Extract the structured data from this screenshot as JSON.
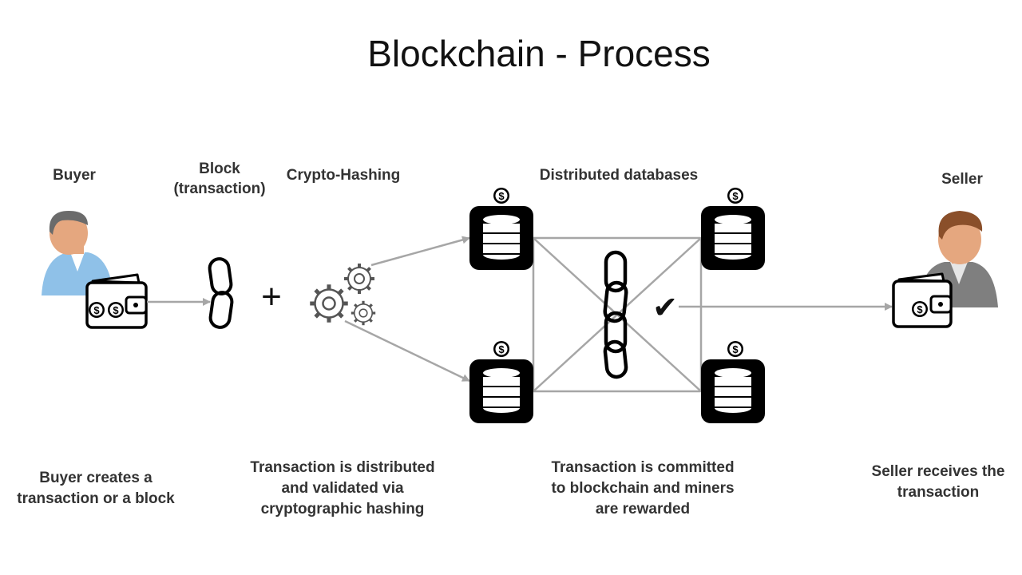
{
  "title": "Blockchain - Process",
  "labels": {
    "buyer": "Buyer",
    "block": "Block\n(transaction)",
    "crypto_hashing": "Crypto-Hashing",
    "distributed_databases": "Distributed databases",
    "seller": "Seller"
  },
  "descriptions": {
    "buyer": "Buyer creates a\ntransaction or a block",
    "hashing": "Transaction is distributed\nand validated via\ncryptographic hashing",
    "commit": "Transaction is committed\nto blockchain and miners\nare rewarded",
    "seller": "Seller receives the\ntransaction"
  },
  "glyphs": {
    "plus": "+",
    "dollar": "$",
    "check": "✔"
  },
  "colors": {
    "arrow": "#a6a6a6",
    "icon": "#000000",
    "text": "#333333"
  }
}
